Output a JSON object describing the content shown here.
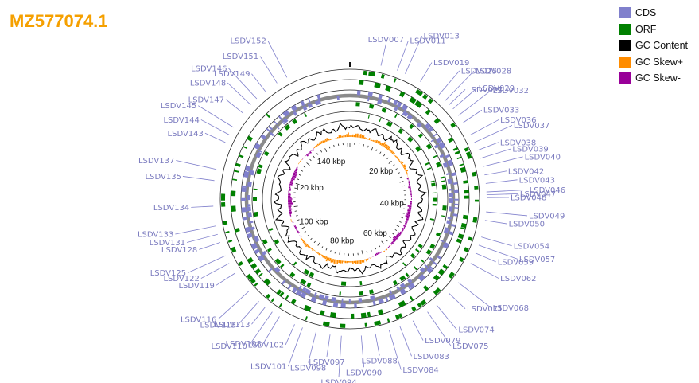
{
  "title": "MZ577074.1",
  "legend": [
    {
      "label": "CDS",
      "color": "#8080cc"
    },
    {
      "label": "ORF",
      "color": "#008000"
    },
    {
      "label": "GC Content",
      "color": "#000000"
    },
    {
      "label": "GC Skew+",
      "color": "#ff8c00"
    },
    {
      "label": "GC Skew-",
      "color": "#990099"
    }
  ],
  "genome": {
    "length_kbp": 151
  },
  "kbp_ticks": [
    {
      "kbp": 20,
      "label": "20 kbp"
    },
    {
      "kbp": 40,
      "label": "40 kbp"
    },
    {
      "kbp": 60,
      "label": "60 kbp"
    },
    {
      "kbp": 80,
      "label": "80 kbp"
    },
    {
      "kbp": 100,
      "label": "100 kbp"
    },
    {
      "kbp": 120,
      "label": "120 kbp"
    },
    {
      "kbp": 140,
      "label": "140 kbp"
    }
  ],
  "genes": [
    {
      "name": "LSDV007",
      "kbp": 5.5
    },
    {
      "name": "LSDV011",
      "kbp": 8.5
    },
    {
      "name": "LSDV013",
      "kbp": 10.0
    },
    {
      "name": "LSDV019",
      "kbp": 13.0
    },
    {
      "name": "LSDV025",
      "kbp": 17.0
    },
    {
      "name": "LSDV028",
      "kbp": 18.5
    },
    {
      "name": "LSDV027",
      "kbp": 19.5
    },
    {
      "name": "LSDV029",
      "kbp": 20.5
    },
    {
      "name": "LSDV032",
      "kbp": 22.0
    },
    {
      "name": "LSDV033",
      "kbp": 23.5
    },
    {
      "name": "LSDV036",
      "kbp": 26.0
    },
    {
      "name": "LSDV037",
      "kbp": 27.5
    },
    {
      "name": "LSDV038",
      "kbp": 29.0
    },
    {
      "name": "LSDV039",
      "kbp": 30.5
    },
    {
      "name": "LSDV040",
      "kbp": 32.0
    },
    {
      "name": "LSDV042",
      "kbp": 33.5
    },
    {
      "name": "LSDV043",
      "kbp": 35.0
    },
    {
      "name": "LSDV046",
      "kbp": 36.5
    },
    {
      "name": "LSDV048",
      "kbp": 37.5
    },
    {
      "name": "LSDV047",
      "kbp": 37.0
    },
    {
      "name": "LSDV049",
      "kbp": 40.0
    },
    {
      "name": "LSDV050",
      "kbp": 41.5
    },
    {
      "name": "LSDV054",
      "kbp": 44.5
    },
    {
      "name": "LSDV057",
      "kbp": 46.0
    },
    {
      "name": "LSDV059",
      "kbp": 47.5
    },
    {
      "name": "LSDV062",
      "kbp": 49.5
    },
    {
      "name": "LSDV068",
      "kbp": 53.5
    },
    {
      "name": "LSDV071",
      "kbp": 56.0
    },
    {
      "name": "LSDV074",
      "kbp": 59.0
    },
    {
      "name": "LSDV075",
      "kbp": 61.0
    },
    {
      "name": "LSDV079",
      "kbp": 64.0
    },
    {
      "name": "LSDV083",
      "kbp": 66.5
    },
    {
      "name": "LSDV084",
      "kbp": 68.5
    },
    {
      "name": "LSDV088",
      "kbp": 71.0
    },
    {
      "name": "LSDV090",
      "kbp": 73.5
    },
    {
      "name": "LSDV094",
      "kbp": 77.0
    },
    {
      "name": "LSDV097",
      "kbp": 79.0
    },
    {
      "name": "LSDV098",
      "kbp": 81.5
    },
    {
      "name": "LSDV101",
      "kbp": 84.0
    },
    {
      "name": "LSDV102",
      "kbp": 85.5
    },
    {
      "name": "LSDV108",
      "kbp": 88.5
    },
    {
      "name": "LSDV110",
      "kbp": 90.0
    },
    {
      "name": "LSDV113",
      "kbp": 91.5
    },
    {
      "name": "LSDV115",
      "kbp": 93.0
    },
    {
      "name": "LSDV116",
      "kbp": 95.5
    },
    {
      "name": "LSDV119",
      "kbp": 99.5
    },
    {
      "name": "LSDV122",
      "kbp": 101.5
    },
    {
      "name": "LSDV125",
      "kbp": 103.0
    },
    {
      "name": "LSDV128",
      "kbp": 105.5
    },
    {
      "name": "LSDV131",
      "kbp": 107.0
    },
    {
      "name": "LSDV133",
      "kbp": 108.5
    },
    {
      "name": "LSDV134",
      "kbp": 112.0
    },
    {
      "name": "LSDV135",
      "kbp": 116.5
    },
    {
      "name": "LSDV137",
      "kbp": 118.5
    },
    {
      "name": "LSDV143",
      "kbp": 123.5
    },
    {
      "name": "LSDV144",
      "kbp": 125.0
    },
    {
      "name": "LSDV145",
      "kbp": 126.5
    },
    {
      "name": "LSDV147",
      "kbp": 129.5
    },
    {
      "name": "LSDV148",
      "kbp": 131.5
    },
    {
      "name": "LSDV146",
      "kbp": 133.0
    },
    {
      "name": "LSDV149",
      "kbp": 135.0
    },
    {
      "name": "LSDV151",
      "kbp": 137.5
    },
    {
      "name": "LSDV152",
      "kbp": 139.5
    }
  ]
}
